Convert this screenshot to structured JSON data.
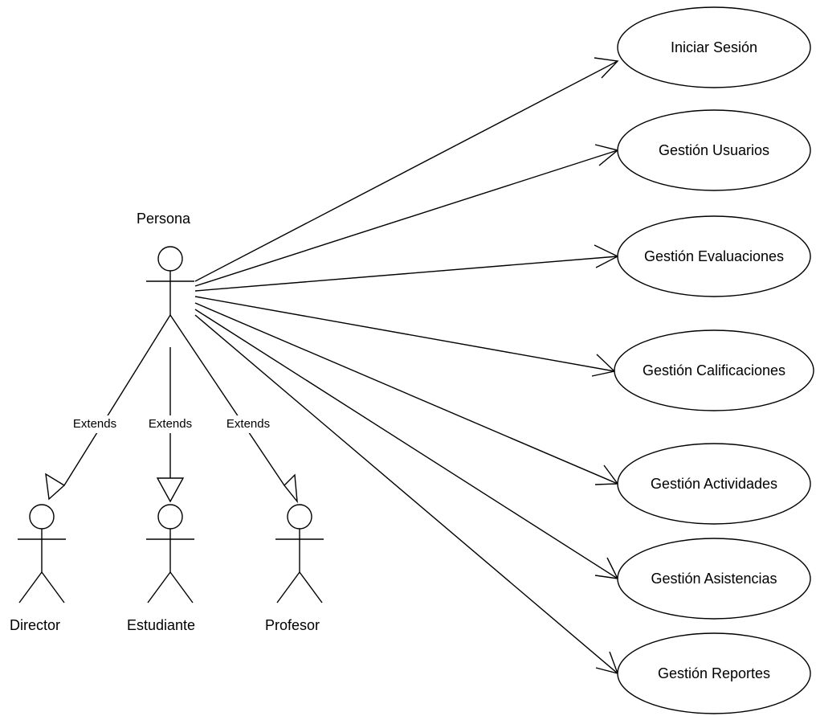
{
  "diagram": {
    "actors": {
      "persona": "Persona",
      "director": "Director",
      "estudiante": "Estudiante",
      "profesor": "Profesor"
    },
    "generalization_label": "Extends",
    "use_cases": [
      "Iniciar Sesión",
      "Gestión Usuarios",
      "Gestión Evaluaciones",
      "Gestión Calificaciones",
      "Gestión Actividades",
      "Gestión Asistencias",
      "Gestión Reportes"
    ]
  }
}
